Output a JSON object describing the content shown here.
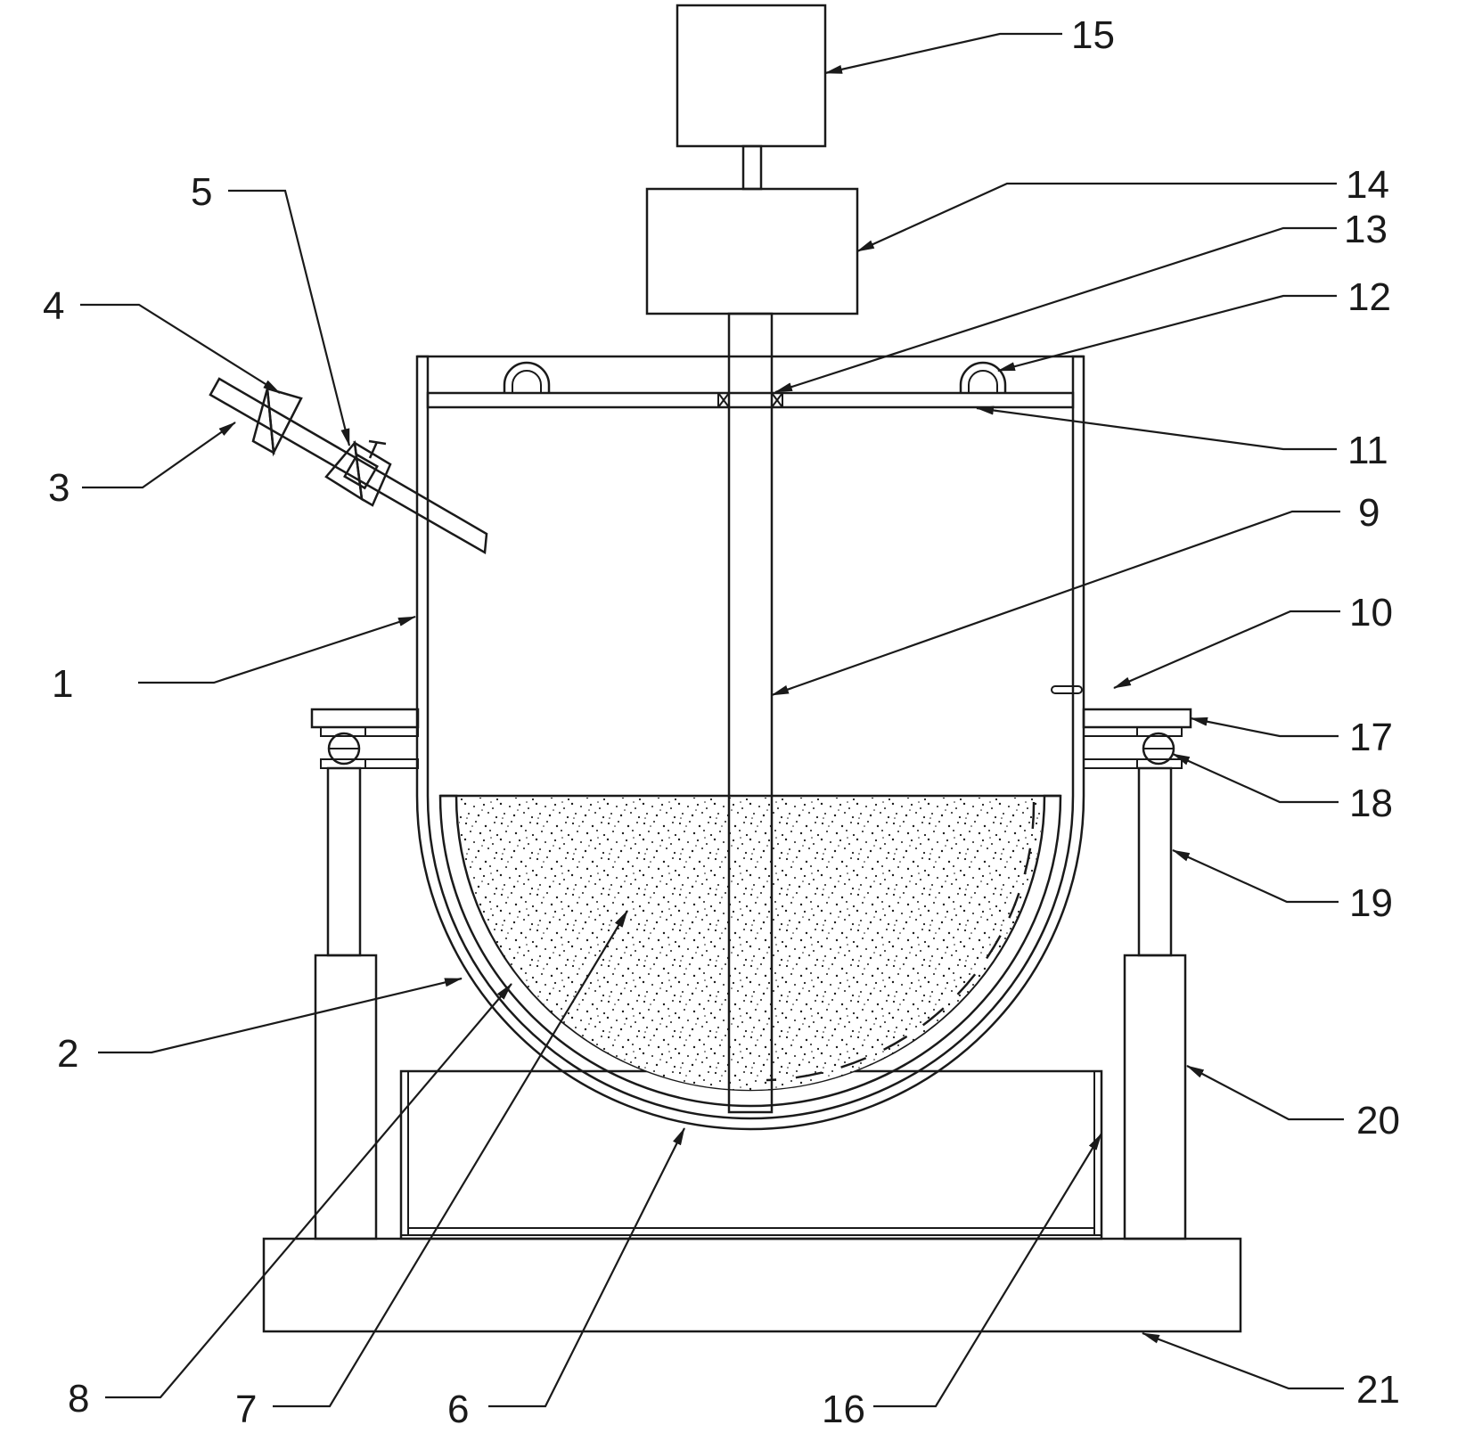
{
  "diagram": {
    "type": "patent-drawing",
    "stroke_color": "#1a1a1a",
    "background": "#ffffff",
    "callouts": [
      {
        "id": "1",
        "label": "1"
      },
      {
        "id": "2",
        "label": "2"
      },
      {
        "id": "3",
        "label": "3"
      },
      {
        "id": "4",
        "label": "4"
      },
      {
        "id": "5",
        "label": "5"
      },
      {
        "id": "6",
        "label": "6"
      },
      {
        "id": "7",
        "label": "7"
      },
      {
        "id": "8",
        "label": "8"
      },
      {
        "id": "9",
        "label": "9"
      },
      {
        "id": "10",
        "label": "10"
      },
      {
        "id": "11",
        "label": "11"
      },
      {
        "id": "12",
        "label": "12"
      },
      {
        "id": "13",
        "label": "13"
      },
      {
        "id": "14",
        "label": "14"
      },
      {
        "id": "15",
        "label": "15"
      },
      {
        "id": "16",
        "label": "16"
      },
      {
        "id": "17",
        "label": "17"
      },
      {
        "id": "18",
        "label": "18"
      },
      {
        "id": "19",
        "label": "19"
      },
      {
        "id": "20",
        "label": "20"
      },
      {
        "id": "21",
        "label": "21"
      }
    ]
  }
}
